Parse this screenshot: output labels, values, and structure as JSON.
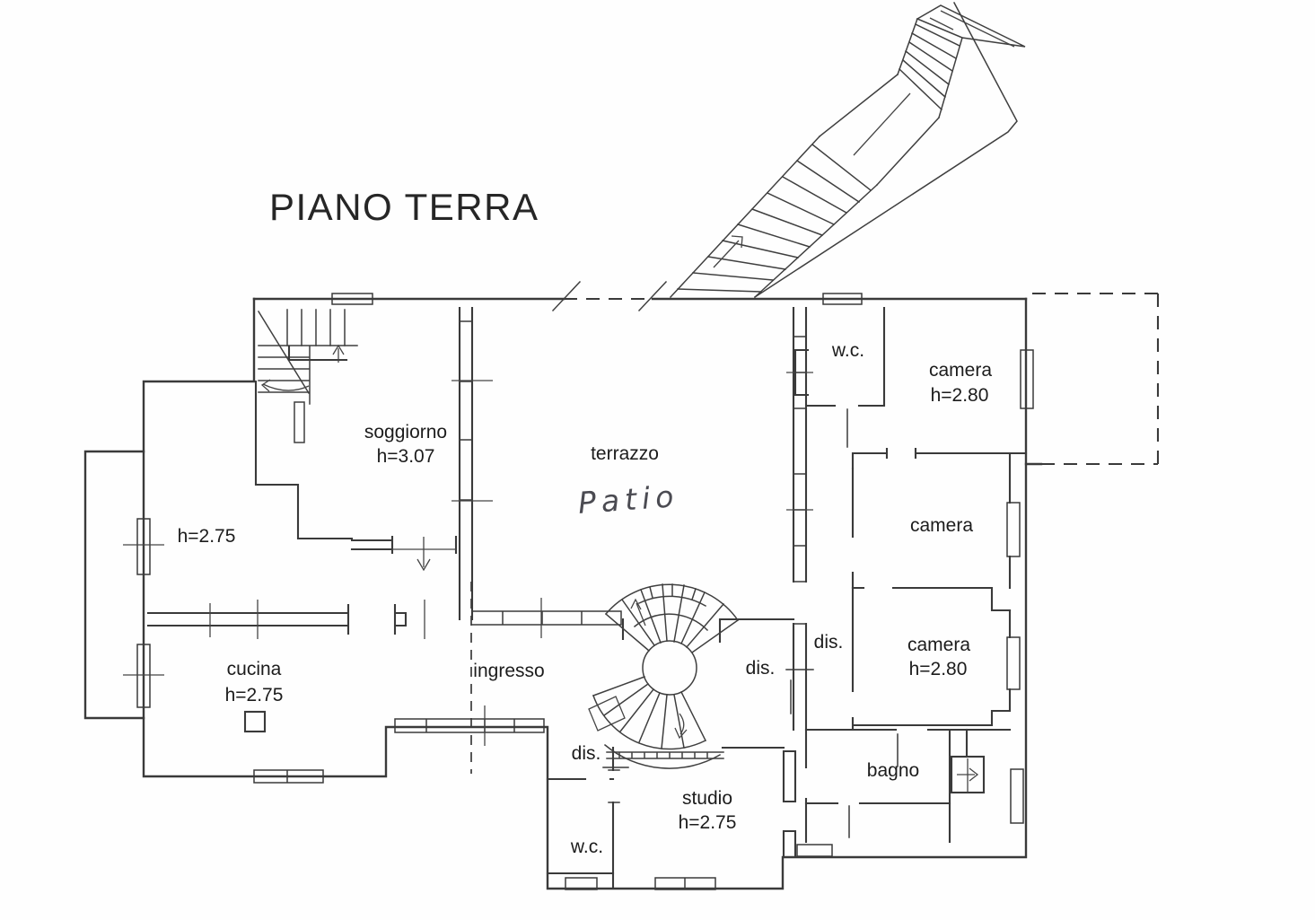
{
  "title": "PIANO TERRA",
  "drawing": {
    "type": "architectural-floor-plan",
    "line_color": "#3a3a3a",
    "background_color": "#ffffff",
    "handwriting_color": "#4b4b52"
  },
  "labels": [
    {
      "id": "soggiorno",
      "text": "soggiorno"
    },
    {
      "id": "soggiorno-height",
      "text": "h=3.07"
    },
    {
      "id": "terrazzo",
      "text": "terrazzo"
    },
    {
      "id": "patio-handwritten",
      "text": "Patio"
    },
    {
      "id": "left-area-height",
      "text": "h=2.75"
    },
    {
      "id": "cucina",
      "text": "cucina"
    },
    {
      "id": "cucina-height",
      "text": "h=2.75"
    },
    {
      "id": "ingresso",
      "text": "ingresso"
    },
    {
      "id": "wc-top",
      "text": "w.c."
    },
    {
      "id": "camera-top",
      "text": "camera"
    },
    {
      "id": "camera-top-height",
      "text": "h=2.80"
    },
    {
      "id": "camera-middle",
      "text": "camera"
    },
    {
      "id": "camera-bottom",
      "text": "camera"
    },
    {
      "id": "camera-bottom-height",
      "text": "h=2.80"
    },
    {
      "id": "dis-upper",
      "text": "dis."
    },
    {
      "id": "dis-lower",
      "text": "dis."
    },
    {
      "id": "bagno",
      "text": "bagno"
    },
    {
      "id": "dis-bottom",
      "text": "dis."
    },
    {
      "id": "studio",
      "text": "studio"
    },
    {
      "id": "studio-height",
      "text": "h=2.75"
    },
    {
      "id": "wc-bottom",
      "text": "w.c."
    }
  ]
}
